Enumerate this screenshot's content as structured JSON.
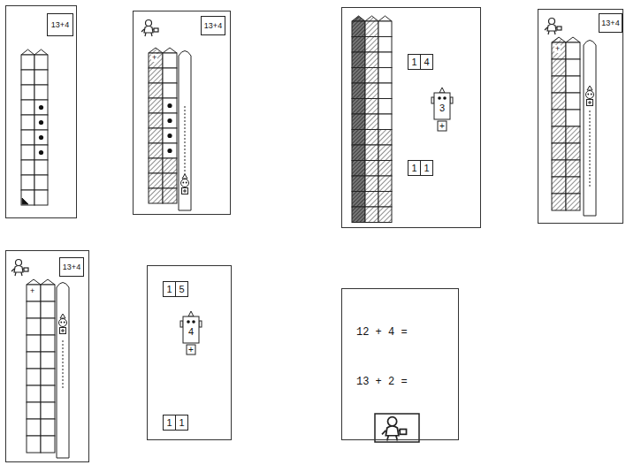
{
  "diagram": {
    "nodes": [
      {
        "text": []
      },
      {
        "text": [
          "13+4"
        ],
        "in": 0
      },
      {
        "text": []
      },
      {
        "text": [
          "13+4"
        ],
        "in": 2
      },
      {
        "text": []
      },
      {
        "text": [
          "1"
        ],
        "in": 4
      },
      {
        "text": [
          "4"
        ],
        "in": 4
      },
      {
        "text": [
          "3",
          "+"
        ],
        "in": 4
      },
      {
        "text": [
          "1"
        ],
        "in": 4
      },
      {
        "text": [
          "1"
        ],
        "in": 4
      },
      {
        "text": []
      },
      {
        "text": [
          "13+4"
        ],
        "in": 10
      },
      {
        "text": []
      },
      {
        "text": [
          "13+4"
        ],
        "in": 12
      },
      {
        "text": []
      },
      {
        "text": [
          "1"
        ],
        "in": 14
      },
      {
        "text": [
          "5"
        ],
        "in": 14
      },
      {
        "text": [
          "4",
          "+"
        ],
        "in": 14
      },
      {
        "text": [
          "1"
        ],
        "in": 14
      },
      {
        "text": [
          "1"
        ],
        "in": 14
      },
      {
        "text": [
          "12 + 4 =",
          "13 + 2 ="
        ]
      }
    ],
    "labels": [
      "+",
      "+",
      "+"
    ]
  }
}
